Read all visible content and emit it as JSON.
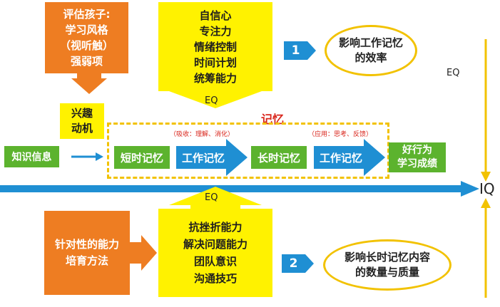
{
  "assess": [
    "评估孩子:",
    "学习风格",
    "（视听触）",
    "强弱项"
  ],
  "eq_top": [
    "自信心",
    "专注力",
    "情绪控制",
    "时间计划",
    "统筹能力"
  ],
  "eq_bottom": [
    "抗挫折能力",
    "解决问题能力",
    "团队意识",
    "沟通技巧"
  ],
  "interest": [
    "兴趣",
    "动机"
  ],
  "method": [
    "针对性的能力",
    "培育方法"
  ],
  "knowledge": "知识信息",
  "short_memory": "短时记忆",
  "work_memory_1": "工作记忆",
  "long_memory": "长时记忆",
  "work_memory_2": "工作记忆",
  "good_behavior": [
    "好行为",
    "学习成绩"
  ],
  "memory_label": "记忆",
  "absorb_note": "（吸收：理解、消化）",
  "apply_note": "（应用：思考、反馈）",
  "eq_label_top": "EQ",
  "eq_label_bottom": "EQ",
  "eq_label_right": "EQ",
  "iq_label": "IQ",
  "num1": "1",
  "num2": "2",
  "effect1": [
    "影响工作记忆",
    "的效率"
  ],
  "effect2": [
    "影响长时记忆内容",
    "的数量与质量"
  ]
}
